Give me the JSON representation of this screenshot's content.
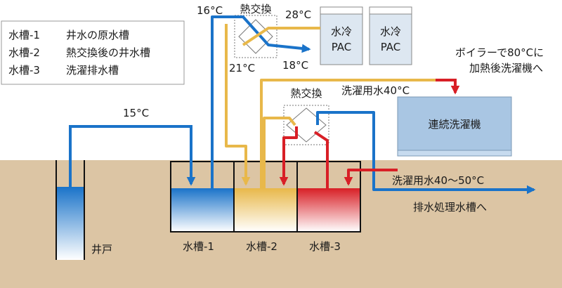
{
  "legend": {
    "rows": [
      {
        "key": "水槽-1",
        "desc": "井水の原水槽"
      },
      {
        "key": "水槽-2",
        "desc": "熱交換後の井水槽"
      },
      {
        "key": "水槽-3",
        "desc": "洗濯排水槽"
      }
    ]
  },
  "well": {
    "label": "井戸"
  },
  "tanks": [
    {
      "label": "水槽-1"
    },
    {
      "label": "水槽-2"
    },
    {
      "label": "水槽-3"
    }
  ],
  "heat_exchanger_top": {
    "label": "熱交換"
  },
  "heat_exchanger_mid": {
    "label": "熱交換"
  },
  "pac_units": [
    {
      "line1": "水冷",
      "line2": "PAC"
    },
    {
      "line1": "水冷",
      "line2": "PAC"
    }
  ],
  "washer": {
    "label": "連続洗濯機"
  },
  "temperatures": {
    "well_supply": "15°C",
    "hx_in": "16°C",
    "hx_out_pac": "28°C",
    "hx_out_tank": "21°C",
    "pac_return": "18°C"
  },
  "annotations": {
    "boiler_line1": "ボイラーで80°Cに",
    "boiler_line2": "加熱後洗濯機へ",
    "wash_water_40": "洗濯用水40°C",
    "wash_water_40_50": "洗濯用水40～50°C",
    "to_treatment": "排水処理水槽へ"
  },
  "colors": {
    "ground": "#dcc5a4",
    "blue_line": "#1a73c9",
    "yellow_line": "#e8b84a",
    "red_line": "#d81f26",
    "washer_fill": "#a9c6e3",
    "pac_fill": "#dde7f1"
  }
}
